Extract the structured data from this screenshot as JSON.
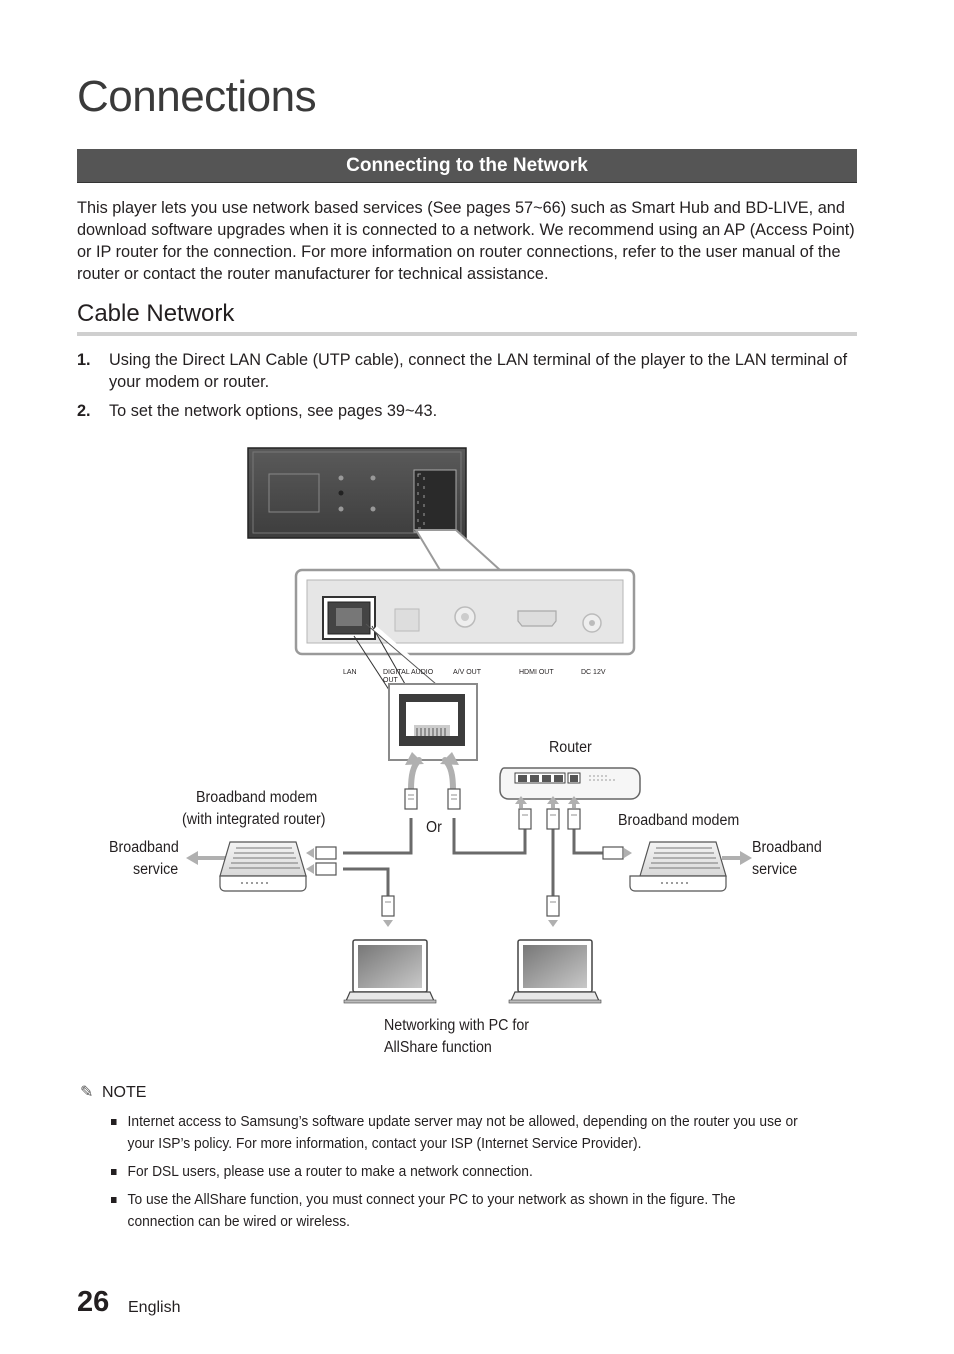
{
  "page": {
    "title": "Connections",
    "section_title": "Connecting to the Network",
    "intro": "This player lets you use network based services (See pages 57~66) such as Smart Hub and BD-LIVE, and download software upgrades when it is connected to a network. We recommend using an AP (Access Point) or IP router for the connection. For more information on router connections, refer to the user manual of the router or contact the router manufacturer for technical assistance.",
    "subsection_title": "Cable Network",
    "steps": [
      {
        "num": "1.",
        "text": "Using the Direct LAN Cable (UTP cable), connect the LAN terminal of the player to the LAN terminal of your modem or router."
      },
      {
        "num": "2.",
        "text": "To set the network options, see pages 39~43."
      }
    ]
  },
  "diagram": {
    "port_labels": [
      "LAN",
      "DIGITAL AUDIO OUT",
      "A/V OUT",
      "HDMI OUT",
      "DC 12V"
    ],
    "router_label": "Router",
    "left_modem_label_1": "Broadband modem",
    "left_modem_label_2": "(with integrated router)",
    "right_modem_label": "Broadband modem",
    "or_label": "Or",
    "left_service_1": "Broadband",
    "left_service_2": "service",
    "right_service_1": "Broadband",
    "right_service_2": "service",
    "pc_label_1": "Networking with PC for",
    "pc_label_2": "AllShare function"
  },
  "note": {
    "heading": "NOTE",
    "items": [
      "Internet access to Samsung’s software update server may not be allowed, depending on the router you use or your ISP’s policy. For more information, contact your ISP (Internet Service Provider).",
      "For DSL users, please use a router to make a network connection.",
      "To use the AllShare function, you must connect your PC to your network as shown in the figure. The connection can be wired or wireless."
    ]
  },
  "footer": {
    "page_number": "26",
    "language": "English"
  }
}
